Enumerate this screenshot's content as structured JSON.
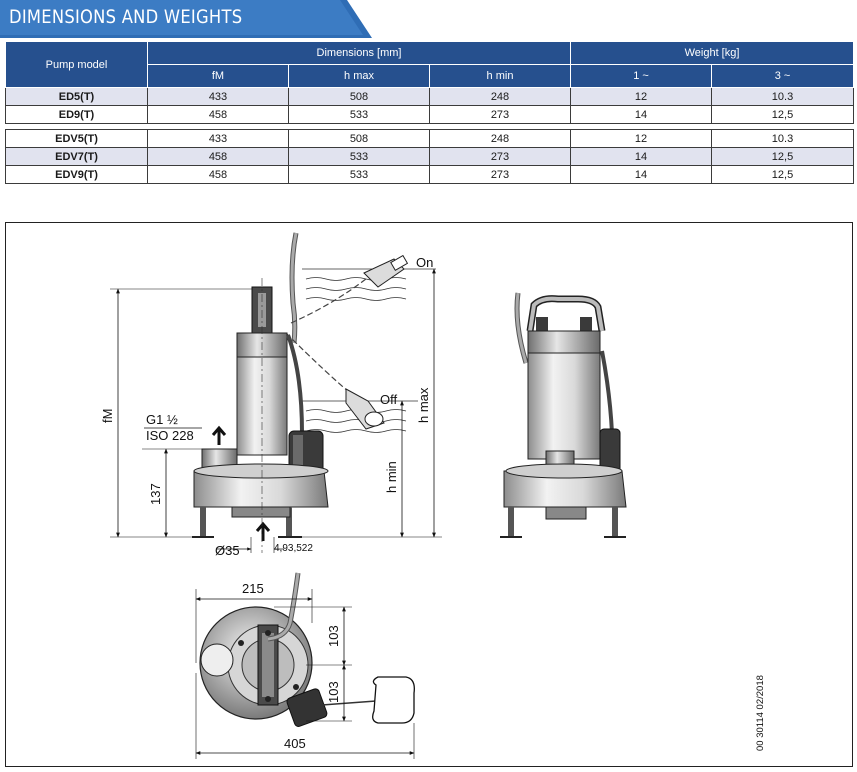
{
  "section_title": "DIMENSIONS AND WEIGHTS",
  "table": {
    "header_model": "Pump model",
    "header_dimensions": "Dimensions [mm]",
    "header_weight": "Weight [kg]",
    "sub_headers": [
      "fM",
      "h max",
      "h min",
      "1 ~",
      "3 ~"
    ],
    "rows_a": [
      {
        "model": "ED5(T)",
        "fm": "433",
        "hmax": "508",
        "hmin": "248",
        "w1": "12",
        "w3": "10.3"
      },
      {
        "model": "ED9(T)",
        "fm": "458",
        "hmax": "533",
        "hmin": "273",
        "w1": "14",
        "w3": "12,5"
      }
    ],
    "rows_b": [
      {
        "model": "EDV5(T)",
        "fm": "433",
        "hmax": "508",
        "hmin": "248",
        "w1": "12",
        "w3": "10.3"
      },
      {
        "model": "EDV7(T)",
        "fm": "458",
        "hmax": "533",
        "hmin": "273",
        "w1": "14",
        "w3": "12,5"
      },
      {
        "model": "EDV9(T)",
        "fm": "458",
        "hmax": "533",
        "hmin": "273",
        "w1": "14",
        "w3": "12,5"
      }
    ]
  },
  "drawing": {
    "label_on": "On",
    "label_off": "Off",
    "label_fm": "fM",
    "label_hmax": "h max",
    "label_hmin": "h min",
    "label_thread_1": "G1 ½",
    "label_thread_2": "ISO 228",
    "label_137": "137",
    "label_dia": "Ø35",
    "label_hole": "4,93,522",
    "label_215": "215",
    "label_103_top": "103",
    "label_103_bottom": "103",
    "label_405": "405",
    "drawing_code": "00 30114 02/2018"
  },
  "colors": {
    "header_blue": "#26508e",
    "banner_blue": "#2f6db5",
    "row_shade": "#e1e3ef"
  }
}
